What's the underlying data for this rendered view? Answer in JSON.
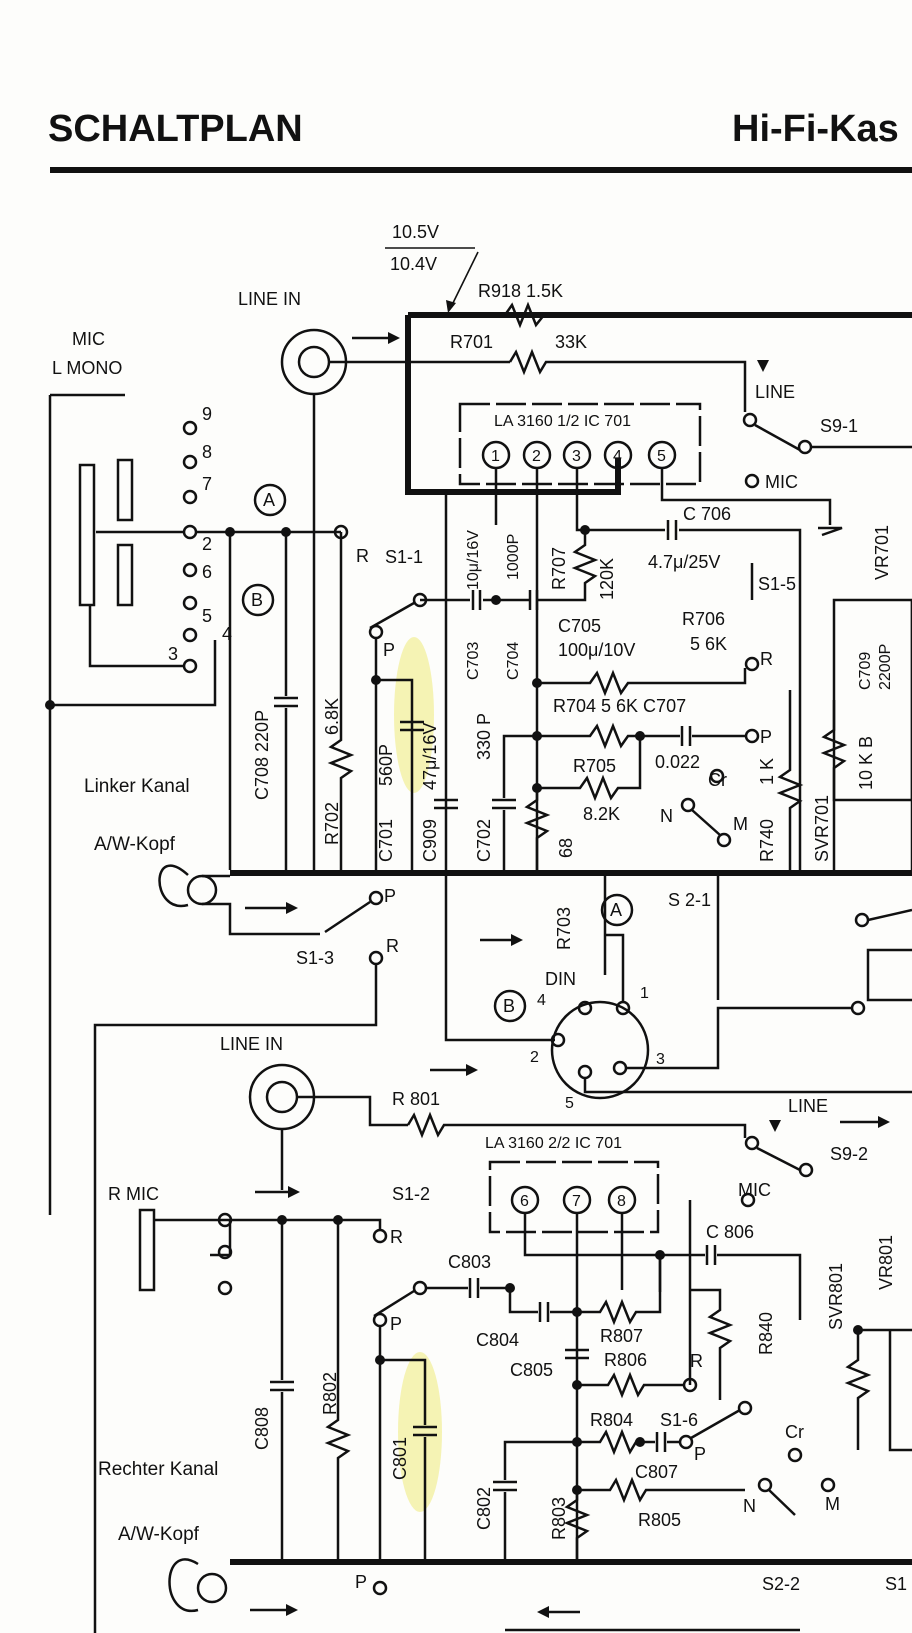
{
  "header": {
    "title": "SCHALTPLAN",
    "subtitle": "Hi-Fi-Kas"
  },
  "colors": {
    "ink": "#111111",
    "paper": "#fdfdfb",
    "highlight": "#f1ef9c"
  },
  "labels": {
    "v1": "10.5V",
    "v2": "10.4V",
    "line_in_1": "LINE IN",
    "mic": "MIC",
    "mono": "L  MONO",
    "r918": "R918 1.5K",
    "r701": "R701",
    "r701_val": "33K",
    "line_1": "LINE",
    "s9_1": "S9-1",
    "mic_sw_1": "MIC",
    "ic_1": "LA 3160  1/2  IC 701",
    "pin1": "1",
    "pin2": "2",
    "pin3": "3",
    "pin4": "4",
    "pin5": "5",
    "c706": "C 706",
    "c706_val": "4.7μ/25V",
    "r707": "R707",
    "r707_val": "120K",
    "c703_val": "10μ/16V",
    "c704_val": "1000P",
    "c703": "C703",
    "c704": "C704",
    "c705": "C705",
    "c705_val": "100μ/10V",
    "r706": "R706",
    "r706_val": "5 6K",
    "s1_5": "S1-5",
    "s1_1": "S1-1",
    "r_label": "R",
    "p_label": "P",
    "vr701": "VR701",
    "c709": "C709",
    "c709_val": "2200P",
    "r704": "R704  5 6K  C707",
    "r705": "R705",
    "r705_val": "8.2K",
    "c707_val": "0.022",
    "cr": "Cr",
    "n": "N",
    "m": "M",
    "r740": "R740",
    "r740_val": "1 K",
    "svr701": "SVR701",
    "svr701_val": "10 K B",
    "jack9": "9",
    "jack8": "8",
    "jack7": "7",
    "jack2": "2",
    "jack6": "6",
    "jack5": "5",
    "jack4": "4",
    "jack3": "3",
    "a": "A",
    "b": "B",
    "c708": "C708  220P",
    "r702": "R702",
    "r702_val": "6.8K",
    "c701": "C701",
    "c701_val": "560P",
    "c909": "C909",
    "c909_val": "47μ/16V",
    "c702": "C702",
    "c702_val": "330 P",
    "r68": "68",
    "linker": "Linker Kanal",
    "aw_kopf_1": "A/W-Kopf",
    "r703": "R703",
    "s2_1": "S 2-1",
    "s1_3": "S1-3",
    "din": "DIN",
    "din1": "1",
    "din2": "2",
    "din3": "3",
    "din4": "4",
    "din5": "5",
    "line_in_2": "LINE IN",
    "r801": "R 801",
    "line_2": "LINE",
    "s9_2": "S9-2",
    "ic_2": "LA 3160  2/2  IC 701",
    "pin6": "6",
    "pin7": "7",
    "pin8": "8",
    "r_mic": "R  MIC",
    "s1_2": "S1-2",
    "mic_sw_2": "MIC",
    "c806": "C 806",
    "c803": "C803",
    "c804": "C804",
    "c805": "C805",
    "r807": "R807",
    "r806": "R806",
    "r840": "R840",
    "svr801": "SVR801",
    "vr801": "VR801",
    "r804": "R804",
    "s1_6": "S1-6",
    "c807": "C807",
    "r805": "R805",
    "c808": "C808",
    "r802": "R802",
    "c801": "C801",
    "c802": "C802",
    "r803": "R803",
    "rechter": "Rechter Kanal",
    "aw_kopf_2": "A/W-Kopf",
    "s2_2": "S2-2",
    "s1_cut": "S1"
  }
}
